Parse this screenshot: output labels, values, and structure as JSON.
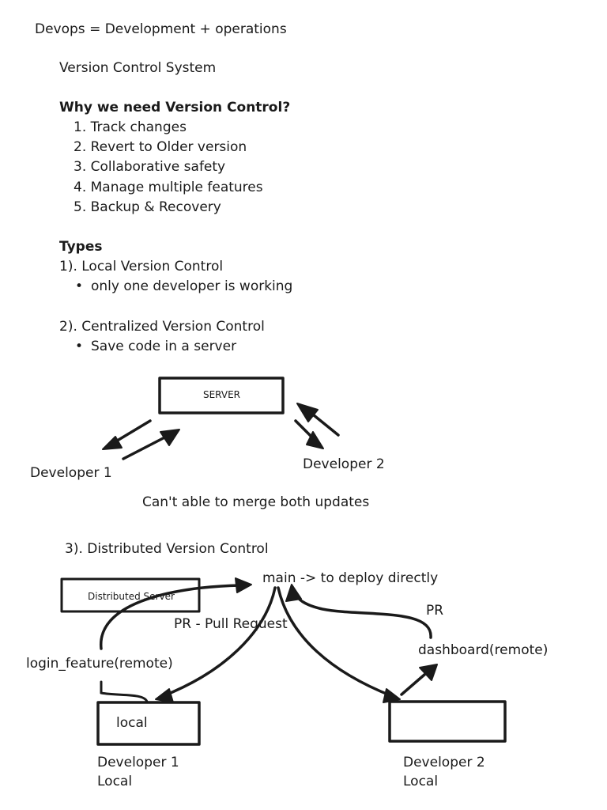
{
  "heading": "Devops = Development + operations",
  "subheading": "Version Control System",
  "why": {
    "title": "Why we need Version Control?",
    "items": [
      "1. Track changes",
      "2. Revert to Older version",
      "3. Collaborative safety",
      "4. Manage multiple features",
      "5. Backup & Recovery"
    ]
  },
  "types": {
    "title": "Types",
    "local": {
      "title": "1). Local Version Control",
      "bullet": "only one developer is working"
    },
    "centralized": {
      "title": "2). Centralized Version Control",
      "bullet": "Save code in a server"
    },
    "distributed": {
      "title": "3). Distributed Version Control"
    }
  },
  "centralized_diagram": {
    "server_label": "SERVER",
    "developer1": "Developer 1",
    "developer2": "Developer 2",
    "caption": "Can't able to merge both updates"
  },
  "distributed_diagram": {
    "server_label": "Distributed Server",
    "main_label": "main -> to deploy directly",
    "pr_note": "PR - Pull Request",
    "pr_label": "PR",
    "login_feature": "login_feature(remote)",
    "dashboard": "dashboard(remote)",
    "local_box": "local",
    "dev1_line1": "Developer 1",
    "dev1_line2": "Local",
    "dev2_line1": "Developer 2",
    "dev2_line2": "Local"
  },
  "bullet_glyph": "•",
  "colors": {
    "ink": "#1a1a1a",
    "background": "#ffffff"
  }
}
